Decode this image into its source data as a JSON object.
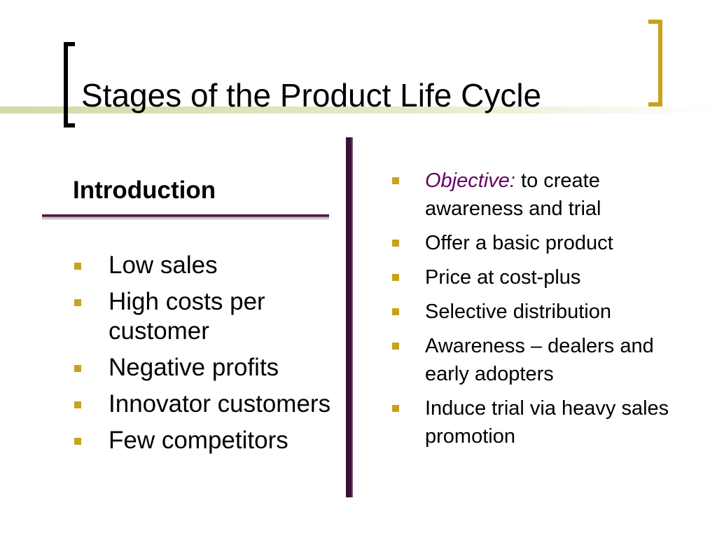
{
  "slide": {
    "title": "Stages of the Product Life Cycle",
    "colors": {
      "accent_gold": "#c9a21d",
      "accent_purple": "#3a1036",
      "objective_purple": "#660066"
    }
  },
  "left_column": {
    "heading": "Introduction",
    "items": [
      "Low sales",
      "High costs per customer",
      "Negative profits",
      "Innovator customers",
      "Few competitors"
    ]
  },
  "right_column": {
    "objective_label": "Objective:",
    "objective_text": " to create awareness and trial",
    "items": [
      "Offer a basic product",
      "Price at cost-plus",
      "Selective distribution",
      "Awareness – dealers and early adopters",
      "Induce trial via heavy sales promotion"
    ]
  }
}
